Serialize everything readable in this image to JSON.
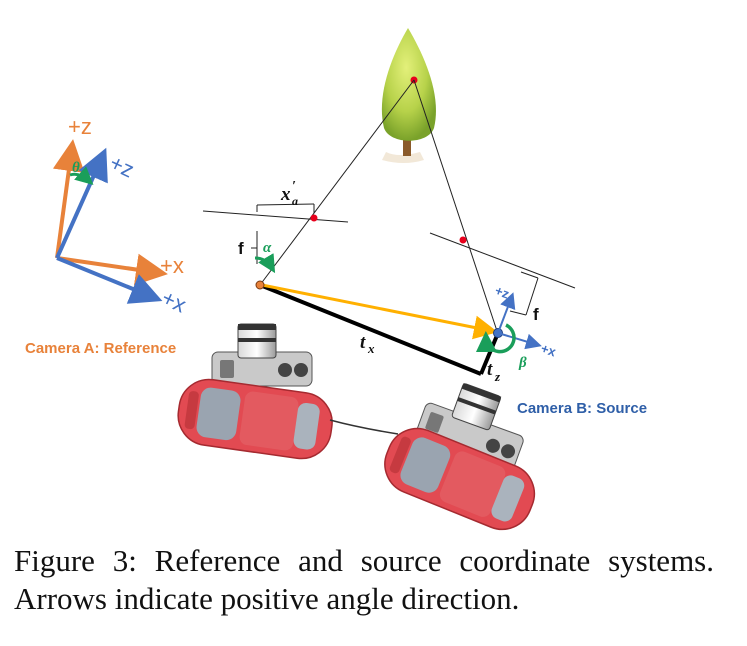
{
  "colors": {
    "orange": "#e8823a",
    "blue": "#4472c4",
    "green": "#1a9e5a",
    "yellow": "#ffb000",
    "red_point": "#e8001c",
    "car": "#e24a52"
  },
  "axes": {
    "orange_z": "+z",
    "orange_x": "+x",
    "blue_z": "+z",
    "blue_x": "+x",
    "theta": "θ"
  },
  "labels": {
    "f_a": "f",
    "alpha": "α",
    "x_a_main": "x",
    "x_a_prime": "′",
    "x_a_sub": "a",
    "t_x_main": "t",
    "t_x_sub": "x",
    "t_z_main": "t",
    "t_z_sub": "z",
    "f_b": "f",
    "beta": "β",
    "b_z": "+z",
    "b_x": "+x",
    "camera_a": "Camera A: Reference",
    "camera_b": "Camera B: Source"
  },
  "icons": [
    "tree-icon",
    "camera-a-icon",
    "camera-b-icon",
    "car-a-icon",
    "car-b-icon"
  ],
  "caption": "Figure 3: Reference and source coordinate systems. Arrows indicate positive angle direction."
}
